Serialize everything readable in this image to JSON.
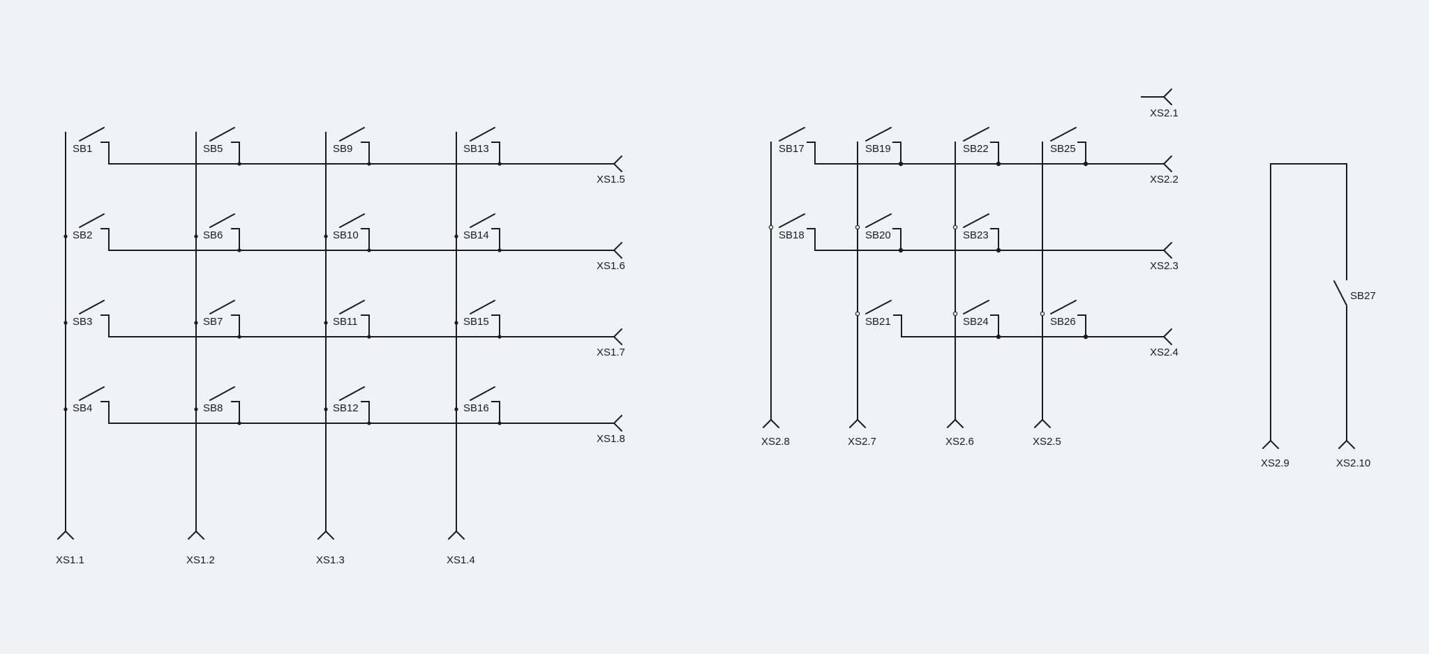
{
  "connectors": {
    "xs1_1": "XS1.1",
    "xs1_2": "XS1.2",
    "xs1_3": "XS1.3",
    "xs1_4": "XS1.4",
    "xs1_5": "XS1.5",
    "xs1_6": "XS1.6",
    "xs1_7": "XS1.7",
    "xs1_8": "XS1.8",
    "xs2_1": "XS2.1",
    "xs2_2": "XS2.2",
    "xs2_3": "XS2.3",
    "xs2_4": "XS2.4",
    "xs2_5": "XS2.5",
    "xs2_6": "XS2.6",
    "xs2_7": "XS2.7",
    "xs2_8": "XS2.8",
    "xs2_9": "XS2.9",
    "xs2_10": "XS2.10"
  },
  "switches": {
    "sb1": "SB1",
    "sb2": "SB2",
    "sb3": "SB3",
    "sb4": "SB4",
    "sb5": "SB5",
    "sb6": "SB6",
    "sb7": "SB7",
    "sb8": "SB8",
    "sb9": "SB9",
    "sb10": "SB10",
    "sb11": "SB11",
    "sb12": "SB12",
    "sb13": "SB13",
    "sb14": "SB14",
    "sb15": "SB15",
    "sb16": "SB16",
    "sb17": "SB17",
    "sb18": "SB18",
    "sb19": "SB19",
    "sb20": "SB20",
    "sb21": "SB21",
    "sb22": "SB22",
    "sb23": "SB23",
    "sb24": "SB24",
    "sb25": "SB25",
    "sb26": "SB26",
    "sb27": "SB27"
  }
}
